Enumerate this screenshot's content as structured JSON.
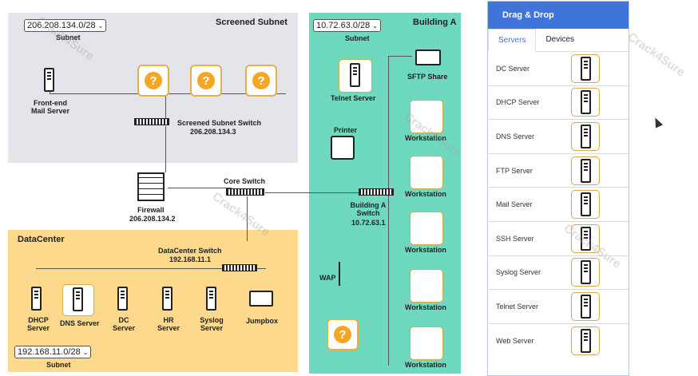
{
  "screened": {
    "title": "Screened Subnet",
    "subnet_select": "206.208.134.0/28",
    "subnet_label": "Subnet",
    "mail_server_label": "Front-end Mail Server",
    "switch_label": "Screened Subnet Switch",
    "switch_ip": "206.208.134.3",
    "unknown": "?"
  },
  "firewall": {
    "label": "Firewall",
    "ip": "206.208.134.2"
  },
  "core_switch": {
    "label": "Core Switch"
  },
  "datacenter": {
    "title": "DataCenter",
    "switch_label": "DataCenter Switch",
    "switch_ip": "192.168.11.1",
    "subnet_select": "192.168.11.0/28",
    "subnet_label": "Subnet",
    "servers": [
      {
        "label": "DHCP Server"
      },
      {
        "label": "DNS Server"
      },
      {
        "label": "DC Server"
      },
      {
        "label": "HR Server"
      },
      {
        "label": "Syslog Server"
      }
    ],
    "jumpbox_label": "Jumpbox"
  },
  "building": {
    "title": "Building A",
    "subnet_select": "10.72.63.0/28",
    "subnet_label": "Subnet",
    "telnet_label": "Telnet Server",
    "sftp_label": "SFTP Share",
    "printer_label": "Printer",
    "switch_label": "Building A Switch",
    "switch_ip": "10.72.63.1",
    "wap_label": "WAP",
    "workstations": [
      "Workstation",
      "Workstation",
      "Workstation",
      "Workstation",
      "Workstation"
    ],
    "unknown": "?"
  },
  "panel": {
    "title": "Drag & Drop",
    "tabs": [
      "Servers",
      "Devices"
    ],
    "items": [
      "DC Server",
      "DHCP Server",
      "DNS Server",
      "FTP Server",
      "Mail Server",
      "SSH Server",
      "Syslog Server",
      "Telnet Server",
      "Web Server"
    ]
  },
  "watermark": "Crack4Sure",
  "colors": {
    "accent": "#3f74d9",
    "unknown_badge": "#f5a623",
    "building_zone": "#6fd9bf",
    "datacenter_zone": "#fcd98c"
  }
}
